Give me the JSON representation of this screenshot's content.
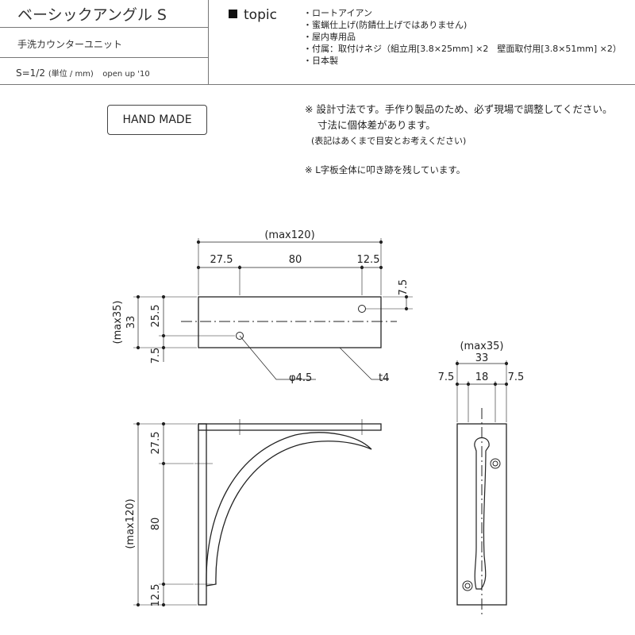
{
  "header": {
    "title": "ベーシックアングル S",
    "subtitle": "手洗カウンターユニット",
    "scale": "S=1/2",
    "unit": "(単位 / mm)",
    "edition": "open up '10",
    "topic_label": "topic",
    "topic_items": [
      "・ロートアイアン",
      "・蜜蝋仕上げ(防錆仕上げではありません)",
      "・屋内専用品",
      "・付属：取付けネジ（組立用[3.8×25mm] ×2　壁面取付用[3.8×51mm] ×2）",
      "・日本製"
    ]
  },
  "badge": {
    "label": "HAND MADE"
  },
  "notes": {
    "line1": "※ 設計寸法です。手作り製品のため、必ず現場で調整してください。",
    "line2": "寸法に個体差があります。",
    "line3": "(表記はあくまで目安とお考えください)",
    "line4": "※ L字板全体に叩き跡を残しています。"
  },
  "drawing_top": {
    "overall": "(max120)",
    "d1": "27.5",
    "d2": "80",
    "d3": "12.5",
    "right_offset": "7.5",
    "height_max": "(max35)",
    "height": "33",
    "hole_offset": "25.5",
    "bottom_offset": "7.5",
    "hole_dia": "φ4.5",
    "thickness": "t4"
  },
  "drawing_side": {
    "width_max": "(max35)",
    "width": "33",
    "d1": "7.5",
    "d2": "18",
    "d3": "7.5"
  },
  "drawing_front": {
    "top": "27.5",
    "middle": "80",
    "bottom": "12.5",
    "overall": "(max120)"
  }
}
